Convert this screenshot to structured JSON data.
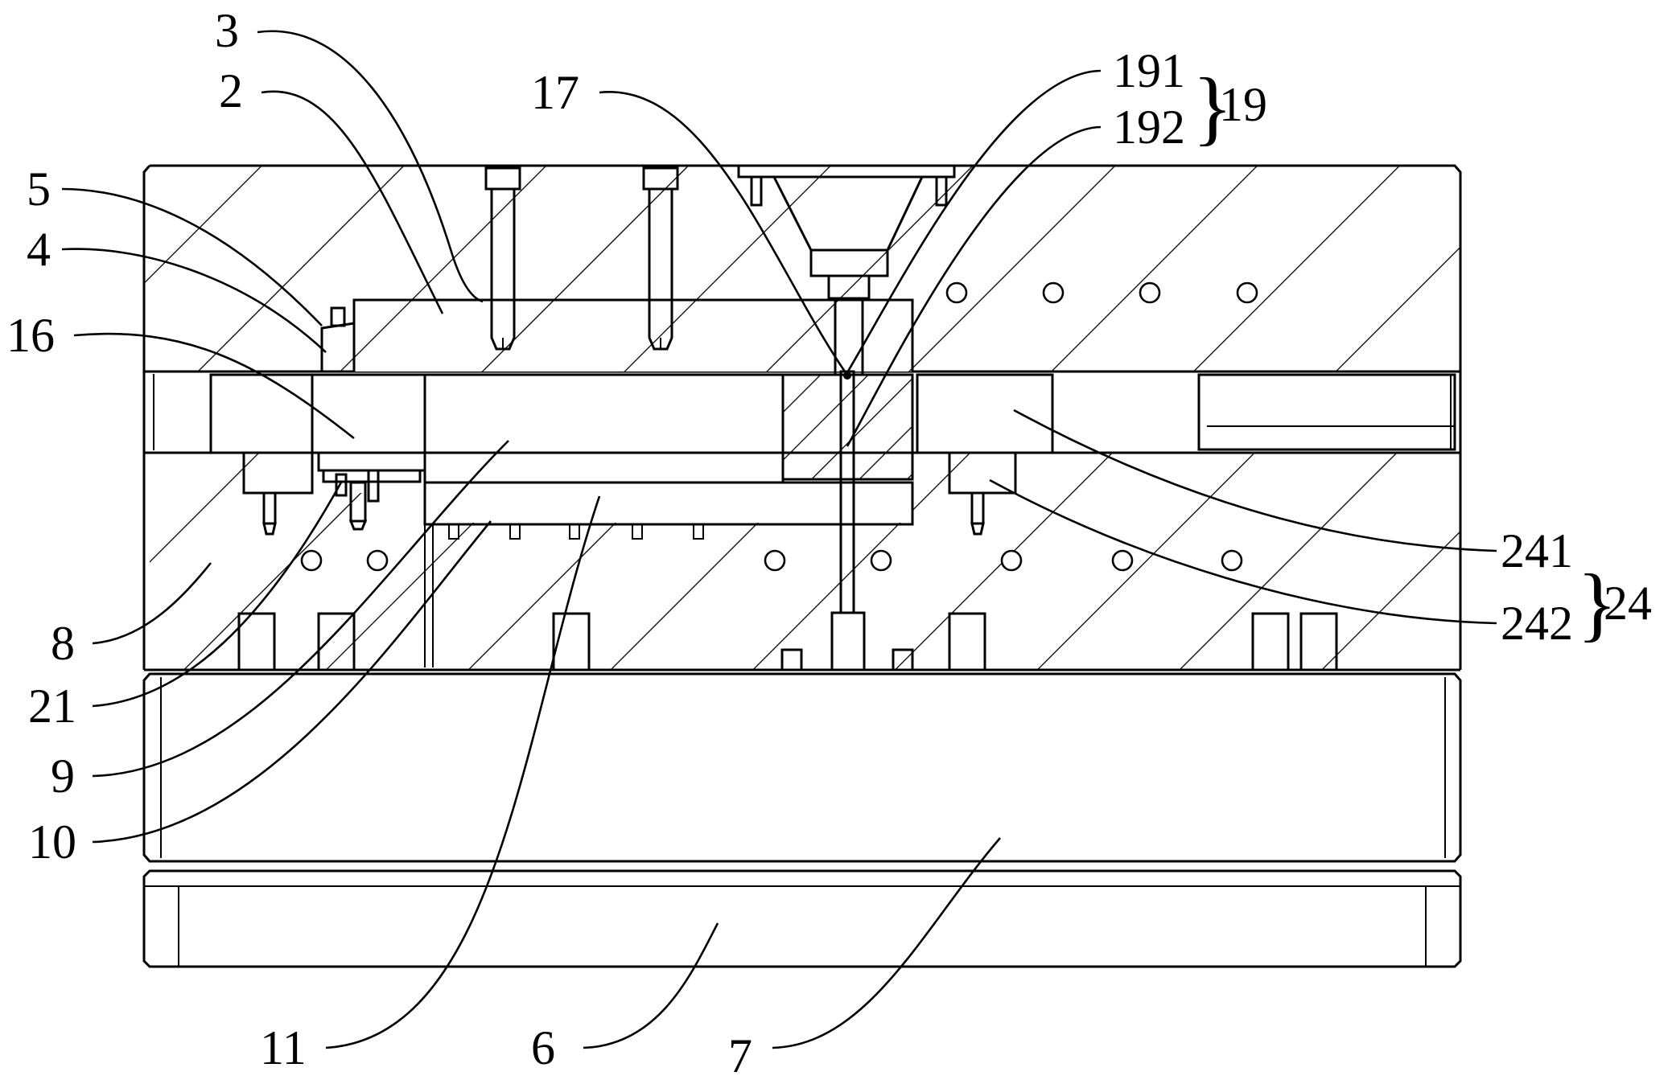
{
  "drawing": {
    "labels": {
      "l2": "2",
      "l3": "3",
      "l4": "4",
      "l5": "5",
      "l6": "6",
      "l7": "7",
      "l8": "8",
      "l9": "9",
      "l10": "10",
      "l11": "11",
      "l16": "16",
      "l17": "17",
      "l19": "19",
      "l21": "21",
      "l24": "24",
      "l191": "191",
      "l192": "192",
      "l241": "241",
      "l242": "242"
    }
  }
}
